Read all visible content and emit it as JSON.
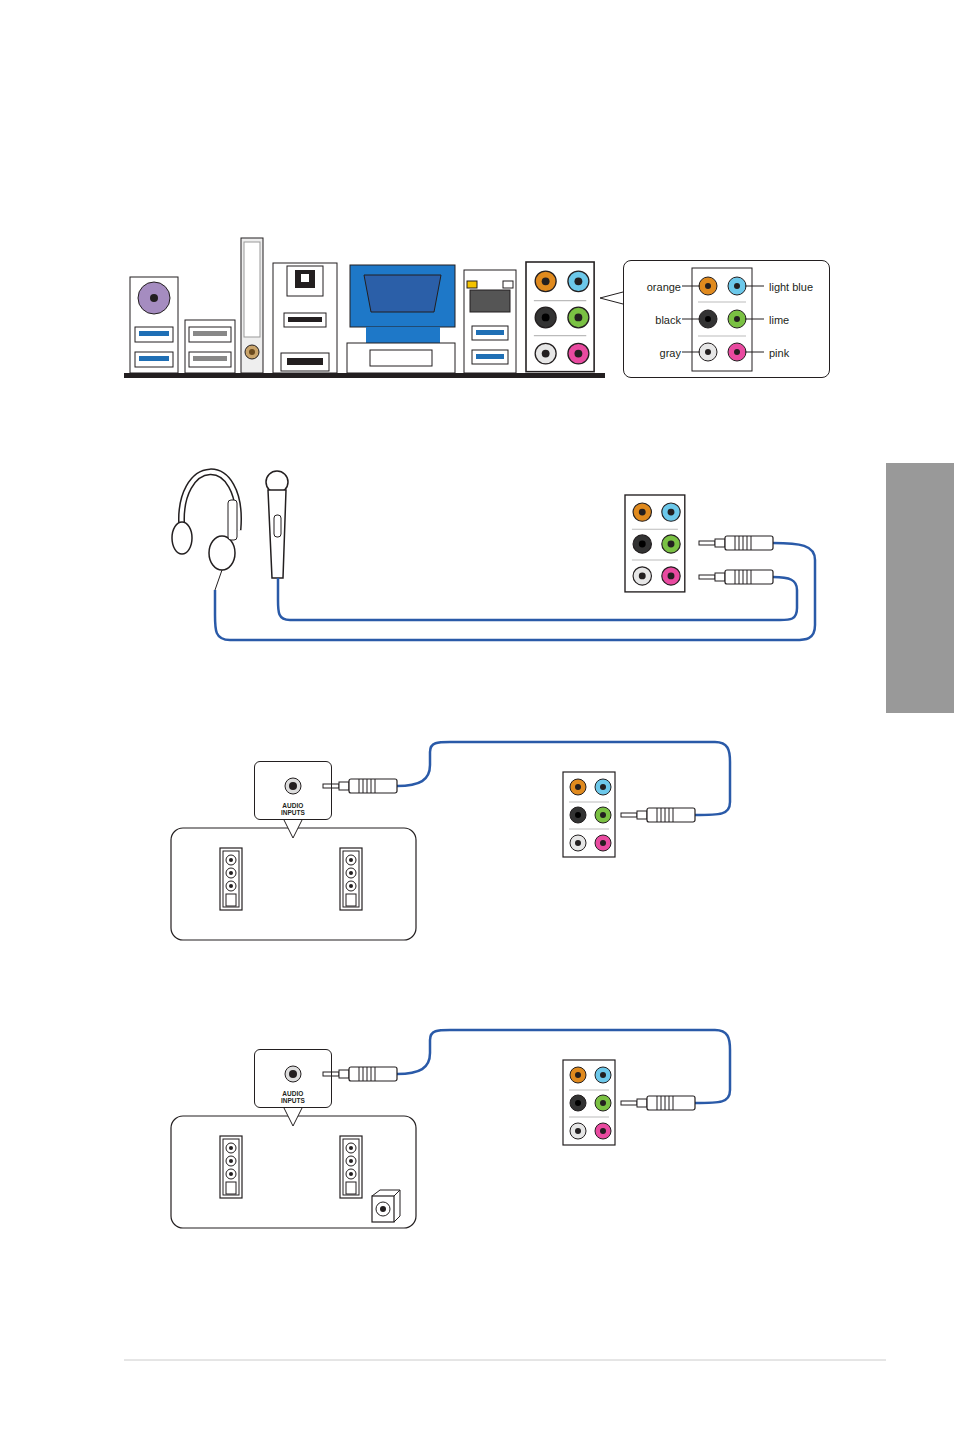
{
  "diagram": {
    "nodes": [
      {
        "text": [
          "orange",
          "light blue",
          "black",
          "lime",
          "gray",
          "pink"
        ]
      },
      {
        "text": [
          "AUDIO INPUTS"
        ]
      },
      {
        "text": [
          "AUDIO INPUTS"
        ]
      }
    ]
  }
}
